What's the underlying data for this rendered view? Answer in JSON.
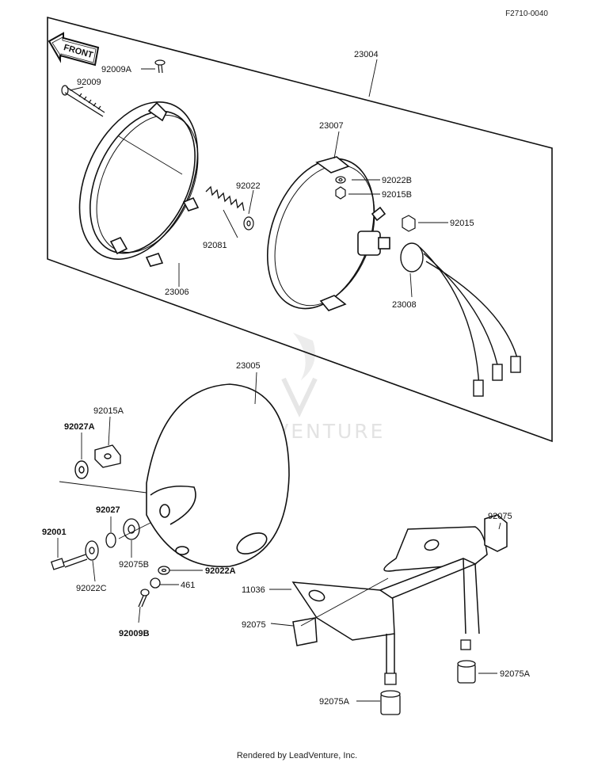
{
  "figure_code": "F2710-0040",
  "front_arrow": "FRONT",
  "watermark": "LEADVENTURE",
  "footer": "Rendered by LeadVenture, Inc.",
  "callouts": {
    "c23004": "23004",
    "c92009A": "92009A",
    "c92009": "92009",
    "c23007": "23007",
    "c92022": "92022",
    "c92022B": "92022B",
    "c92015B": "92015B",
    "c92015": "92015",
    "c92081": "92081",
    "c23006": "23006",
    "c23008": "23008",
    "c23005": "23005",
    "c92015A": "92015A",
    "c92027A": "92027A",
    "c92027": "92027",
    "c92001": "92001",
    "c92075B": "92075B",
    "c92022C": "92022C",
    "c92022A": "92022A",
    "c461": "461",
    "c92009B": "92009B",
    "c92075_top": "92075",
    "c11036": "11036",
    "c92075_left": "92075",
    "c92075A_right": "92075A",
    "c92075A_left": "92075A"
  }
}
